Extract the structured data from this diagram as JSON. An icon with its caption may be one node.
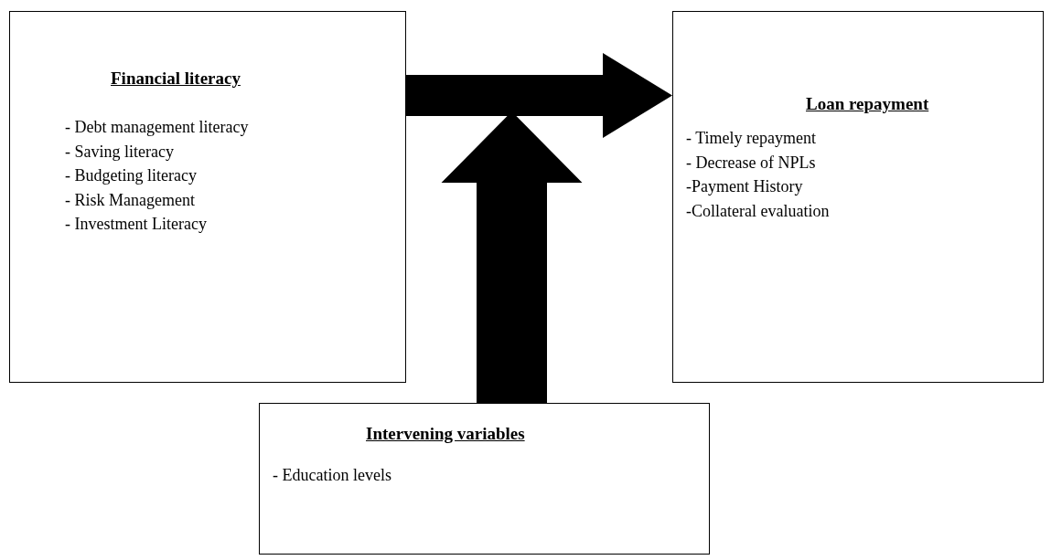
{
  "diagram": {
    "nodes": [
      {
        "text": [
          "Financial literacy",
          "- Debt management literacy",
          "- Saving literacy",
          "- Budgeting literacy",
          "- Risk Management",
          "- Investment Literacy"
        ]
      },
      {
        "text": [
          "Loan repayment",
          "- Timely repayment",
          "- Decrease of NPLs",
          "-Payment History",
          "-Collateral evaluation"
        ]
      },
      {
        "text": [
          "Intervening variables",
          "- Education levels"
        ]
      }
    ],
    "edges": [
      {
        "from": 0,
        "to": 1,
        "arrow": "to",
        "style": "thick"
      },
      {
        "from": 2,
        "to": null,
        "arrow": "to",
        "style": "thick"
      }
    ]
  }
}
